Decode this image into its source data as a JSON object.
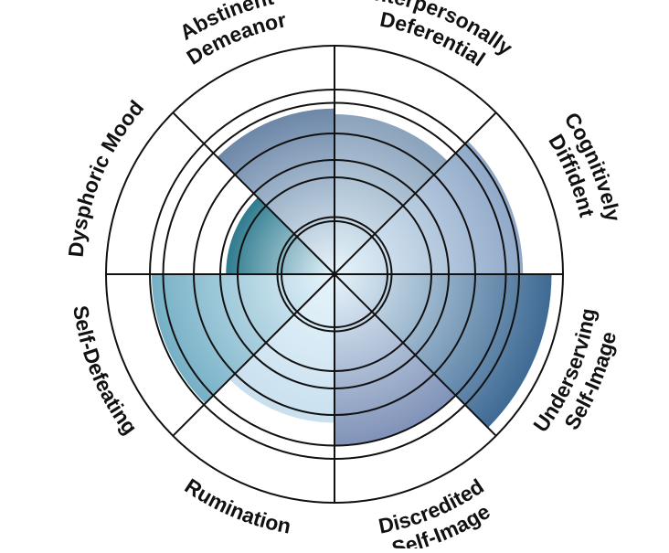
{
  "chart_data": {
    "type": "polar-area",
    "max_value": 4,
    "rings": [
      1,
      2,
      3,
      4
    ],
    "categories": [
      {
        "label_lines": [
          "Interpersonally",
          "Deferential"
        ],
        "value": 2.8
      },
      {
        "label_lines": [
          "Cognitively",
          "Diffident"
        ],
        "value": 3.3
      },
      {
        "label_lines": [
          "Underserving",
          "Self-Image"
        ],
        "value": 3.8
      },
      {
        "label_lines": [
          "Discredited",
          "Self-Image"
        ],
        "value": 3.0
      },
      {
        "label_lines": [
          "Rumination"
        ],
        "value": 2.6
      },
      {
        "label_lines": [
          "Self-Defeating"
        ],
        "value": 3.2
      },
      {
        "label_lines": [
          "Dysphoric Mood"
        ],
        "value": 1.9
      },
      {
        "label_lines": [
          "Abstinent",
          "Demeanor"
        ],
        "value": 2.9
      }
    ],
    "colors": {
      "grid": "#111111",
      "center_highlight": "#e6f4fb",
      "sector_edges": [
        "#8aa2bb",
        "#8fa8c8",
        "#3f6a94",
        "#8092b8",
        "#c9e0ef",
        "#76b0c6",
        "#2f7b8e",
        "#6d87a8"
      ]
    }
  }
}
